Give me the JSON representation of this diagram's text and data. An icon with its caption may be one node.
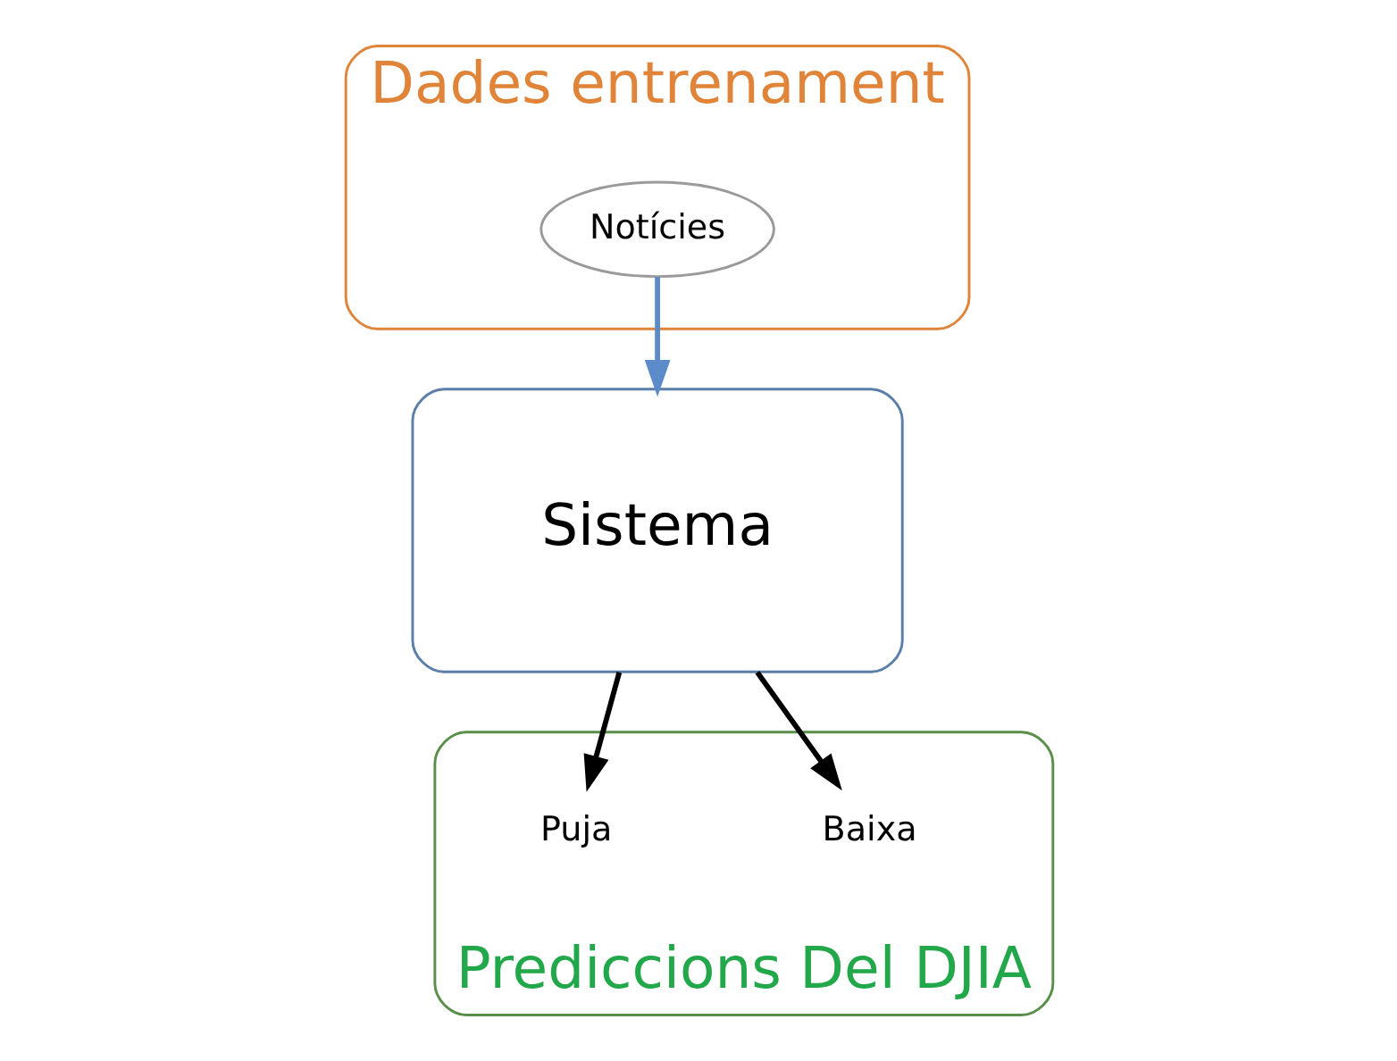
{
  "diagram": {
    "nodes": [
      {
        "text": [
          "Dades entrenament"
        ]
      },
      {
        "text": [
          "Notícies"
        ],
        "in": 0
      },
      {
        "text": [
          "Sistema"
        ]
      },
      {
        "text": [
          "Prediccions Del DJIA"
        ]
      },
      {
        "text": [
          "Puja"
        ],
        "in": 3
      },
      {
        "text": [
          "Baixa"
        ],
        "in": 3
      }
    ],
    "edges": [
      {
        "from": 1,
        "to": 2,
        "arrow": "to",
        "color": "#5b8bc9"
      },
      {
        "from": 2,
        "to": 4,
        "arrow": "to"
      },
      {
        "from": 2,
        "to": 5,
        "arrow": "to"
      }
    ]
  }
}
